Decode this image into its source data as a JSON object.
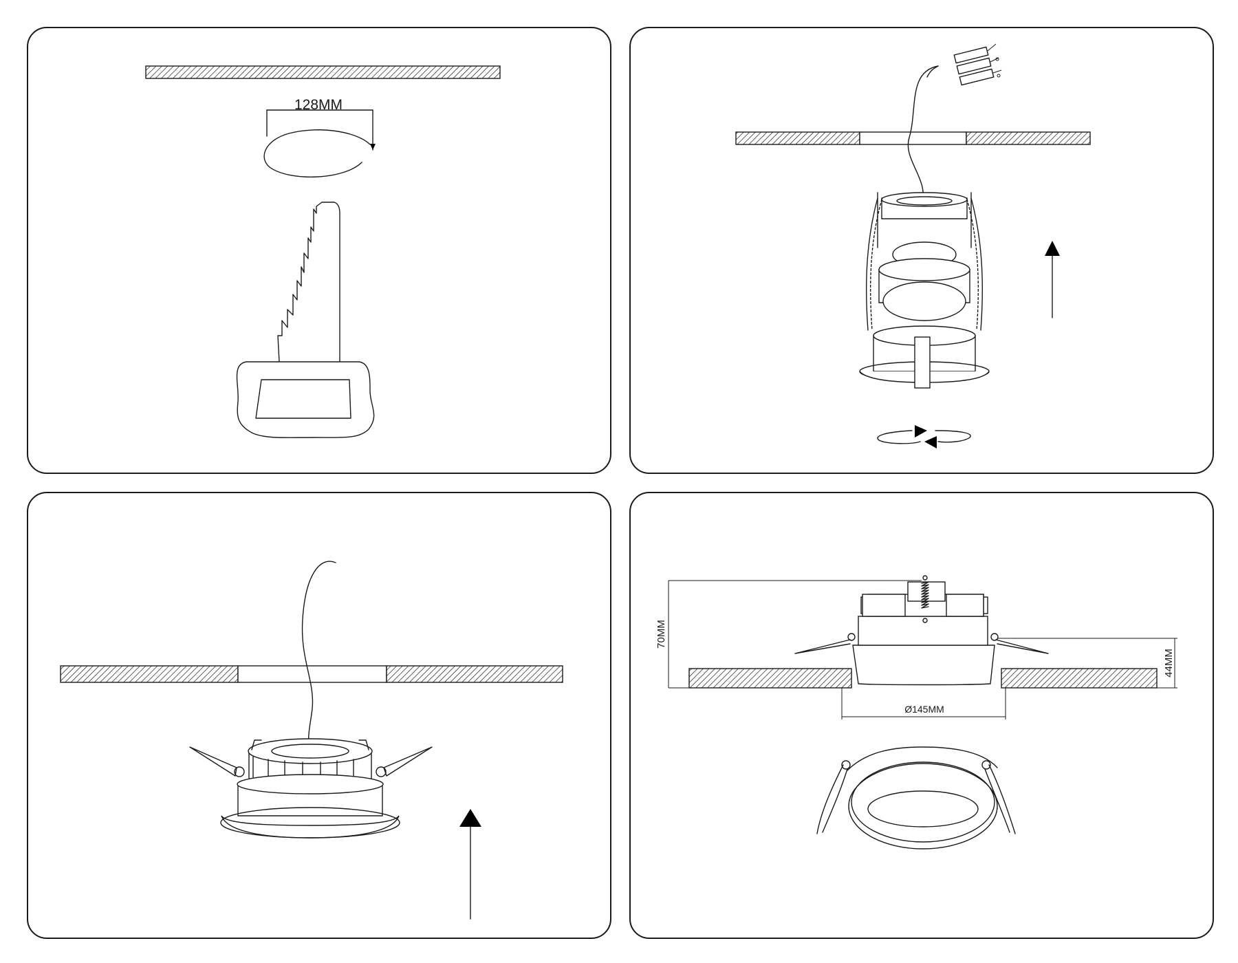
{
  "steps": [
    {
      "cutout_label": "128MM"
    },
    {},
    {},
    {
      "height_total": "70MM",
      "height_visible": "44MM",
      "diameter": "Ø145MM"
    }
  ],
  "colors": {
    "line": "#1a1a1a",
    "background": "#ffffff"
  }
}
